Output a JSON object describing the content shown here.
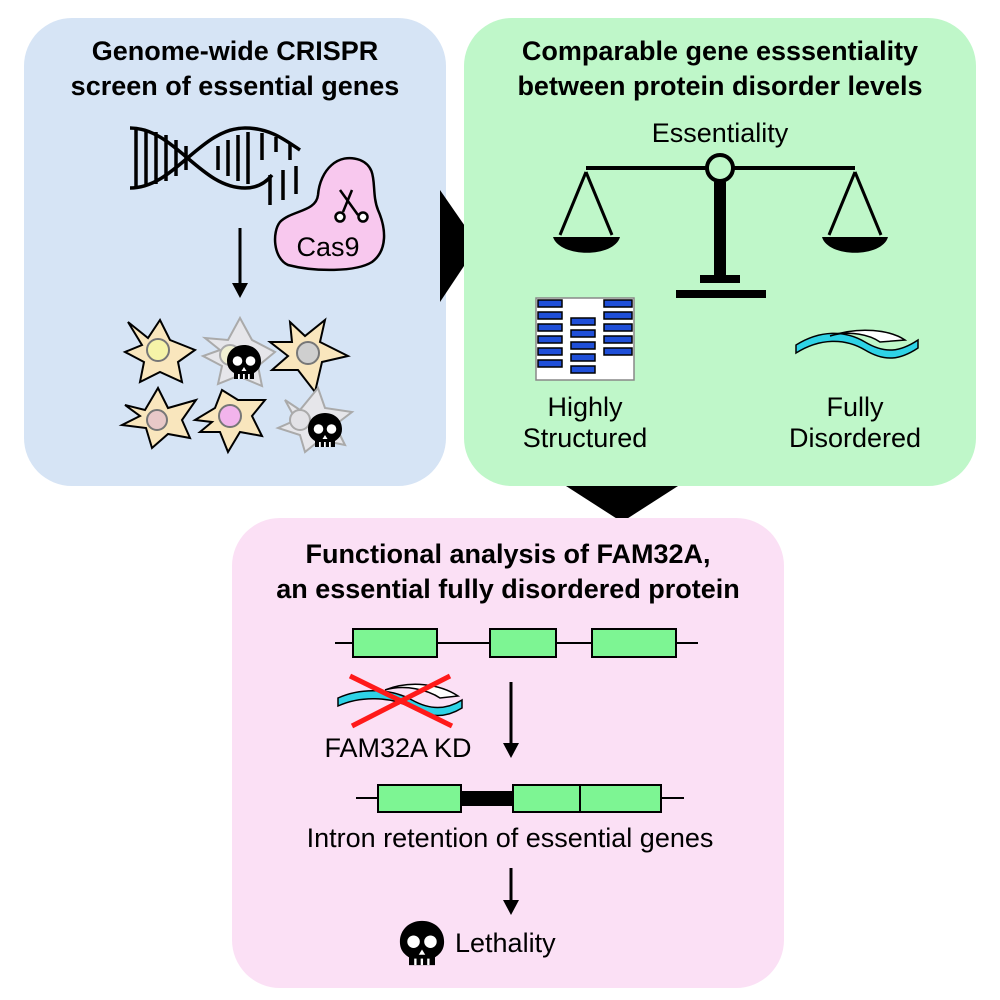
{
  "panels": {
    "crispr": {
      "title_line1": "Genome-wide CRISPR",
      "title_line2": "screen of essential genes",
      "cas9_label": "Cas9",
      "color": "#d6e4f5"
    },
    "essentiality": {
      "title_line1": "Comparable gene esssentiality",
      "title_line2": "between protein disorder levels",
      "scale_label": "Essentiality",
      "left_label_line1": "Highly",
      "left_label_line2": "Structured",
      "right_label_line1": "Fully",
      "right_label_line2": "Disordered",
      "color": "#bff7c9"
    },
    "fam32a": {
      "title_line1": "Functional analysis of FAM32A,",
      "title_line2": "an essential fully disordered protein",
      "kd_label": "FAM32A KD",
      "intron_label": "Intron retention of essential genes",
      "lethality_label": "Lethality",
      "color": "#fbe0f5"
    }
  },
  "icons": {
    "skull": "skull-icon",
    "scissors": "scissors-icon",
    "dna": "dna-icon",
    "balance": "balance-scale-icon"
  },
  "colors": {
    "exon": "#7df593",
    "helix": "#1f4fd8",
    "disordered": "#2ed3e6",
    "cross": "#ff1a1a",
    "cas9": "#f8c8ee"
  }
}
